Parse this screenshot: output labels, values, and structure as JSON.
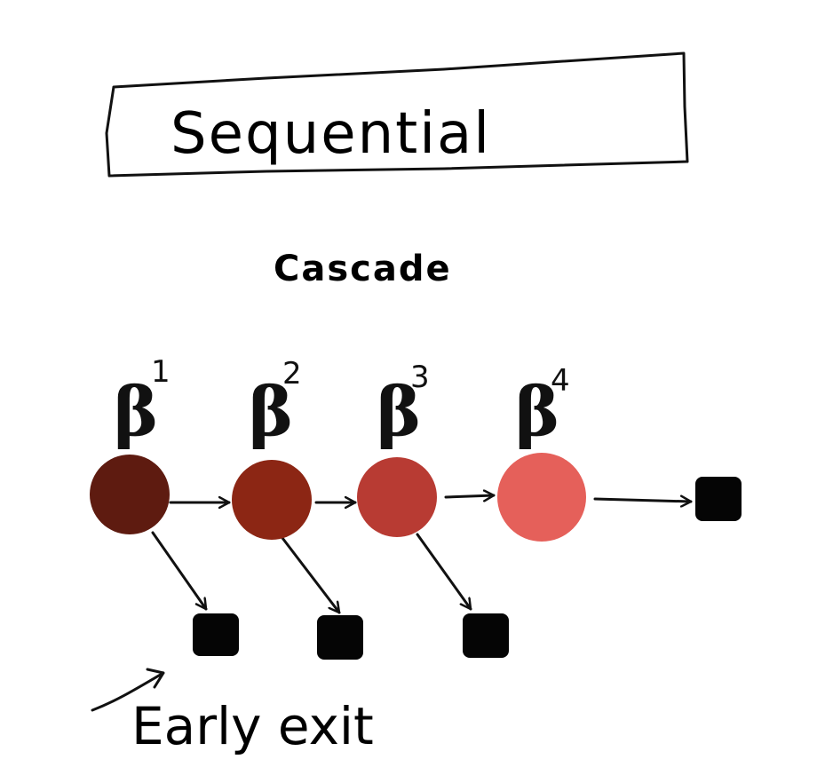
{
  "title": "Sequential",
  "subtitle": "Cascade",
  "stages": [
    {
      "symbol": "β",
      "index": "1",
      "color": "#5e1b10"
    },
    {
      "symbol": "β",
      "index": "2",
      "color": "#8c2614"
    },
    {
      "symbol": "β",
      "index": "3",
      "color": "#b83b33"
    },
    {
      "symbol": "β",
      "index": "4",
      "color": "#e5605a"
    }
  ],
  "outputs": {
    "color": "#050505",
    "count": 4
  },
  "caption": "Early exit"
}
